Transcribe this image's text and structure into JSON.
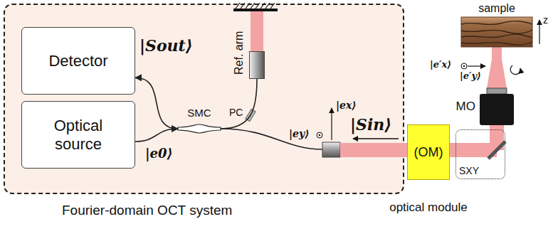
{
  "diagram": {
    "nodes": [
      {
        "text": [
          "Fourier-domain OCT system"
        ]
      },
      {
        "text": [
          "Detector"
        ],
        "in": 0
      },
      {
        "text": [
          "Optical source"
        ],
        "in": 0
      },
      {
        "text": [
          "SMC"
        ],
        "in": 0
      },
      {
        "text": [
          "Ref. arm"
        ],
        "in": 0
      },
      {
        "text": [
          "(OM)",
          "optical module"
        ]
      },
      {
        "text": [
          "SXY"
        ]
      },
      {
        "text": [
          "MO"
        ]
      },
      {
        "text": [
          "sample"
        ]
      }
    ],
    "edges": [
      {
        "from": 2,
        "to": 3,
        "arrow": "to",
        "label": "|e0⟩"
      },
      {
        "from": 3,
        "to": 1,
        "arrow": "to",
        "label": "|Sout⟩"
      },
      {
        "from": 3,
        "to": 4,
        "arrow": "none"
      },
      {
        "from": 5,
        "to": 6,
        "arrow": "none"
      },
      {
        "from": 6,
        "to": 7,
        "arrow": "none"
      },
      {
        "from": 7,
        "to": 8,
        "arrow": "none"
      }
    ],
    "labels": [
      "PC",
      "|ey⟩",
      "|ex⟩",
      "|Sin⟩",
      "|e′x⟩",
      "|e′y⟩",
      "z"
    ]
  }
}
